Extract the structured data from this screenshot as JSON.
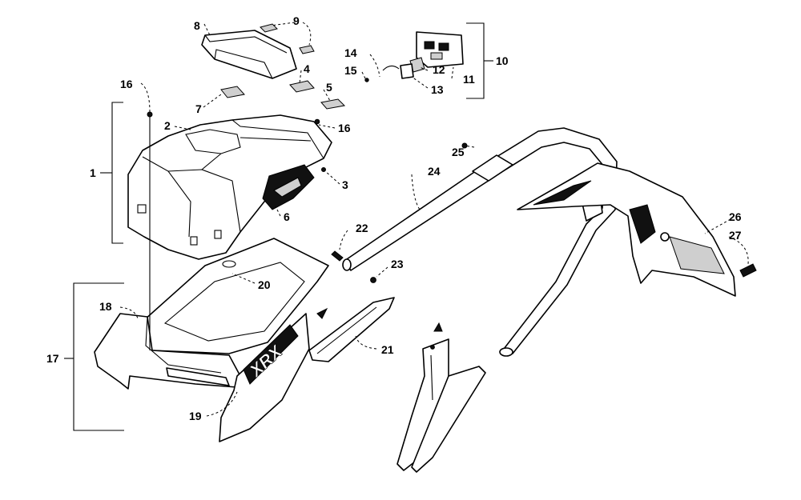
{
  "callouts": {
    "c1": "1",
    "c2": "2",
    "c3": "3",
    "c4": "4",
    "c5": "5",
    "c6": "6",
    "c7": "7",
    "c8": "8",
    "c9": "9",
    "c10": "10",
    "c11": "11",
    "c12": "12",
    "c13": "13",
    "c14": "14",
    "c15": "15",
    "c16a": "16",
    "c16b": "16",
    "c17": "17",
    "c18": "18",
    "c19": "19",
    "c20": "20",
    "c21": "21",
    "c22": "22",
    "c23": "23",
    "c24": "24",
    "c25": "25",
    "c26": "26",
    "c27": "27"
  },
  "decals": {
    "side_logo": "XRX"
  }
}
